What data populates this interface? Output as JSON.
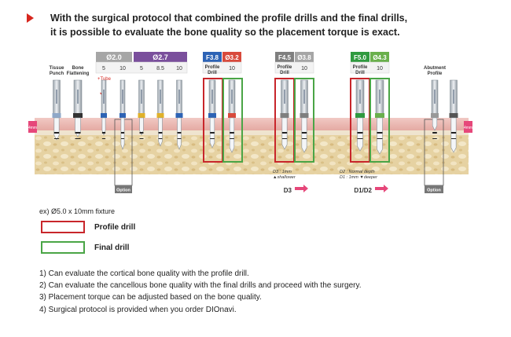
{
  "headline": {
    "line1": "With the surgical protocol that combined the profile drills and the final drills,",
    "line2": "it is possible to evaluate the bone quality so the placement torque is exact."
  },
  "colors": {
    "accent_red": "#d7261e",
    "profile_drill": "#c8262b",
    "final_drill": "#4aa546",
    "d20_header": "#a6a6a6",
    "d27_header": "#7a4f9c",
    "f38_header": "#2d63b5",
    "d32_header": "#d84a3c",
    "f45_header": "#7f7f7f",
    "d38_header": "#a6a6a6",
    "f50_header": "#2f9a3f",
    "d43_header": "#6ab04c",
    "pink_arrow": "#e6477a"
  },
  "diagram": {
    "groups": {
      "d20": "Ø2.0",
      "d27": "Ø2.7",
      "f38": "F3.8",
      "d32": "Ø3.2",
      "f45": "F4.5",
      "d38": "Ø3.8",
      "f50": "F5.0",
      "d43": "Ø4.3"
    },
    "tools": {
      "tissue_punch": [
        "Tissue",
        "Punch"
      ],
      "bone_flattening": [
        "Bone",
        "Flattening"
      ],
      "profile_drill": [
        "Profile",
        "Drill"
      ],
      "abutment_profile": [
        "Abutment",
        "Profile"
      ]
    },
    "lengths": {
      "d20_a": "5",
      "d20_b": "10",
      "d27_a": "5",
      "d27_b": "8.5",
      "d27_c": "10",
      "d32_len": "10",
      "d38_len": "10",
      "d43_len": "10"
    },
    "tube_label": "+Tube",
    "option_label": "Option",
    "soft_tissue_left": "4mm",
    "soft_tissue_right": "4mm",
    "d3_note": {
      "line1": "D3 : 1mm",
      "line2": "▲shallower"
    },
    "d2_note": {
      "line1": "D2 : Normal depth",
      "line2": "D1 : 1mm ▼deeper"
    },
    "d3_label": "D3",
    "d1d2_label": "D1/D2"
  },
  "example": "ex) Ø5.0 x 10mm fixture",
  "legend": {
    "profile": "Profile drill",
    "final": "Final drill"
  },
  "notes": [
    "1) Can evaluate the cortical bone quality with the profile drill.",
    "2) Can evaluate the cancellous bone quality with the final drills and proceed with the surgery.",
    "3) Placement torque can be adjusted based on the bone quality.",
    "4) Surgical protocol is provided when you order DIOnavi."
  ]
}
